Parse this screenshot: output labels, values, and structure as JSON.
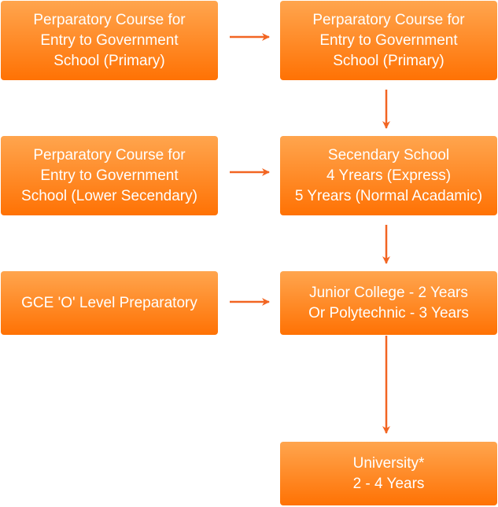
{
  "boxes": {
    "left1": "Perparatory Course for\nEntry to Government\nSchool (Primary)",
    "right1": "Perparatory Course for\nEntry to Government\nSchool (Primary)",
    "left2": "Perparatory Course for\nEntry to Government\nSchool (Lower Secendary)",
    "right2": "Secendary School\n4 Yrears (Express)\n5 Yrears (Normal Acadamic)",
    "left3": "GCE 'O' Level Preparatory",
    "right3": "Junior College - 2 Years\nOr Polytechnic - 3 Years",
    "right4": "University*\n2 - 4 Years"
  },
  "colors": {
    "box_top": "#ffa54e",
    "box_bottom": "#ff7204",
    "arrow": "#f26522"
  }
}
